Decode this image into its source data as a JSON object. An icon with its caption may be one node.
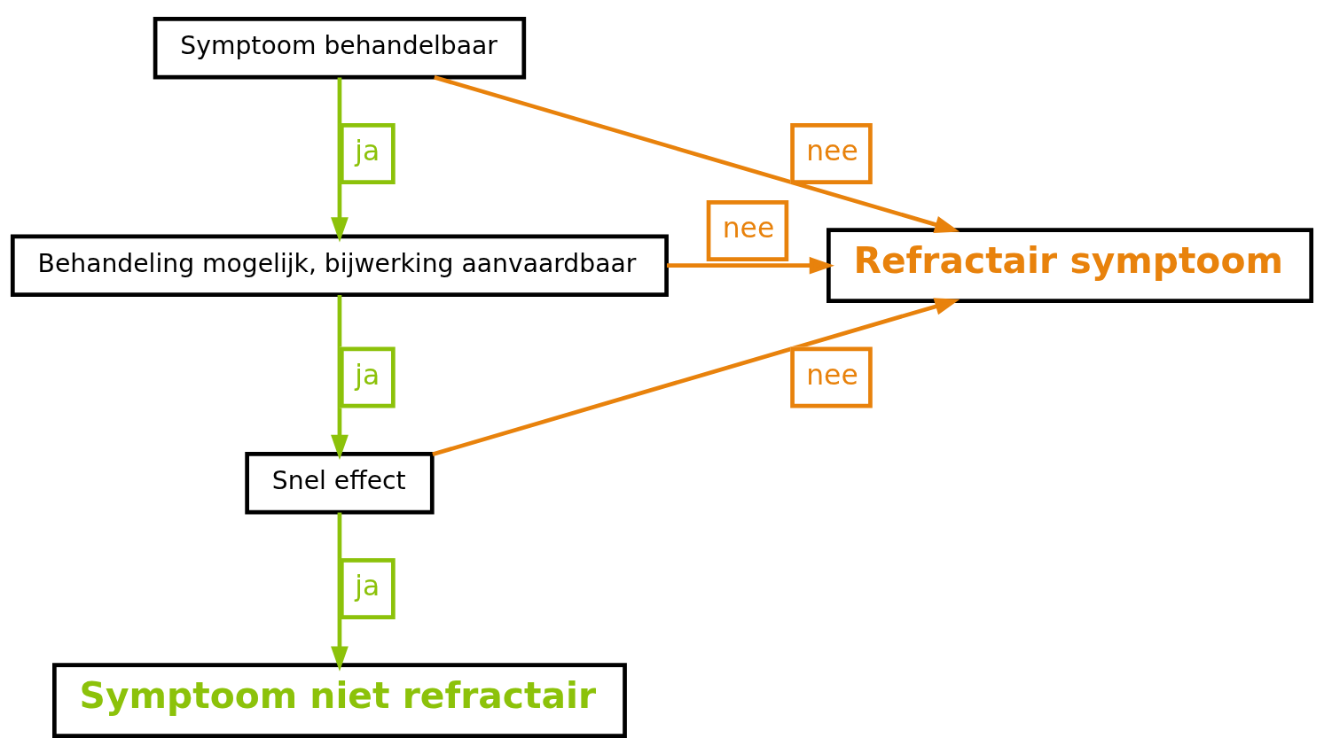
{
  "diagram": {
    "nodes": [
      {
        "text": [
          "Symptoom behandelbaar"
        ]
      },
      {
        "text": [
          "Behandeling mogelijk, bijwerking aanvaardbaar"
        ]
      },
      {
        "text": [
          "Snel effect"
        ]
      },
      {
        "text": [
          "Symptoom niet refractair"
        ]
      },
      {
        "text": [
          "Refractair symptoom"
        ]
      }
    ],
    "edges": [
      {
        "from": 0,
        "to": 1,
        "arrow": "to",
        "label": "ja",
        "color": "#8cc20a"
      },
      {
        "from": 1,
        "to": 2,
        "arrow": "to",
        "label": "ja",
        "color": "#8cc20a"
      },
      {
        "from": 2,
        "to": 3,
        "arrow": "to",
        "label": "ja",
        "color": "#8cc20a"
      },
      {
        "from": 0,
        "to": 4,
        "arrow": "to",
        "label": "nee",
        "color": "#e8820c"
      },
      {
        "from": 1,
        "to": 4,
        "arrow": "to",
        "label": "nee",
        "color": "#e8820c"
      },
      {
        "from": 2,
        "to": 4,
        "arrow": "to",
        "label": "nee",
        "color": "#e8820c"
      }
    ]
  }
}
